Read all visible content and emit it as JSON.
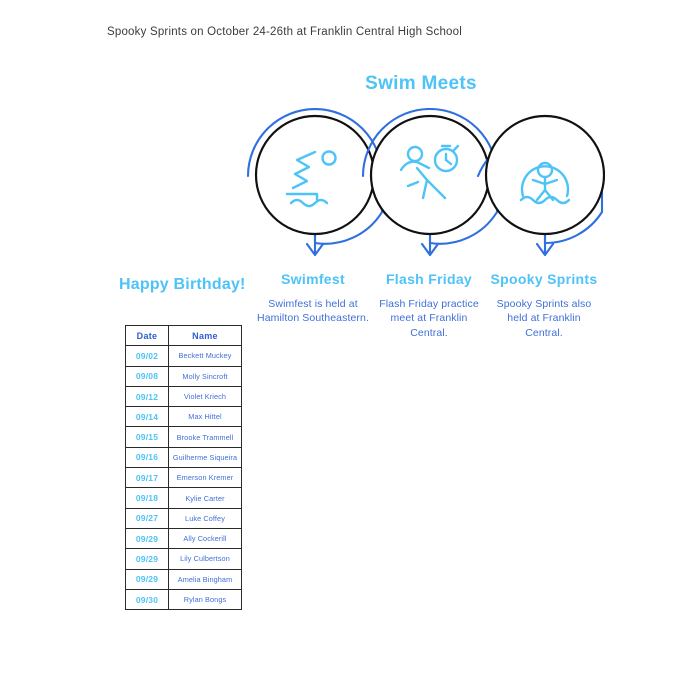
{
  "caption": "Spooky Sprints on October 24-26th at Franklin Central High School",
  "swim_section": {
    "title": "Swim Meets",
    "steps": [
      {
        "icon": "swimmer-diving-icon",
        "label": "Swimfest",
        "description": "Swimfest is held at Hamilton Southeastern."
      },
      {
        "icon": "runner-stopwatch-icon",
        "label": "Flash Friday",
        "description": "Flash Friday practice meet at Franklin Central."
      },
      {
        "icon": "swimmer-in-water-icon",
        "label": "Spooky Sprints",
        "description": "Spooky Sprints also held at Franklin Central."
      }
    ]
  },
  "birthday_section": {
    "title": "Happy Birthday!",
    "columns": [
      "Date",
      "Name"
    ],
    "rows": [
      {
        "date": "09/02",
        "name": "Beckett Muckey"
      },
      {
        "date": "09/08",
        "name": "Molly Sincroft"
      },
      {
        "date": "09/12",
        "name": "Violet Kriech"
      },
      {
        "date": "09/14",
        "name": "Max Hittel"
      },
      {
        "date": "09/15",
        "name": "Brooke Trammell"
      },
      {
        "date": "09/16",
        "name": "Guilherme Siqueira"
      },
      {
        "date": "09/17",
        "name": "Emerson Kremer"
      },
      {
        "date": "09/18",
        "name": "Kylie Carter"
      },
      {
        "date": "09/27",
        "name": "Luke Coffey"
      },
      {
        "date": "09/29",
        "name": "Ally Cockerill"
      },
      {
        "date": "09/29",
        "name": "Lily Culbertson"
      },
      {
        "date": "09/29",
        "name": "Amelia Bingham"
      },
      {
        "date": "09/30",
        "name": "Rylan Bongs"
      }
    ]
  },
  "colors": {
    "accent_light_blue": "#4DC3F7",
    "accent_blue": "#3f6fd8",
    "arc_blue": "#2f6fe0",
    "circle_black": "#111111",
    "caption_gray": "#3c3c3c"
  }
}
